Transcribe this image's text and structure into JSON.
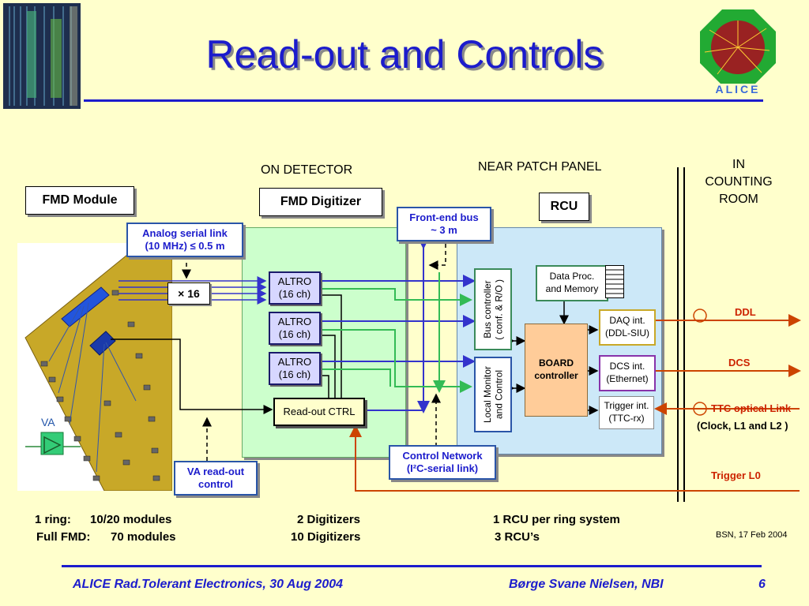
{
  "title": "Read-out and Controls",
  "headers": {
    "on_detector": "ON DETECTOR",
    "near_patch_panel": "NEAR PATCH PANEL",
    "counting_room": [
      "IN",
      "COUNTING",
      "ROOM"
    ]
  },
  "modules": {
    "fmd_module": "FMD Module",
    "fmd_digitizer": "FMD Digitizer",
    "rcu": "RCU"
  },
  "callouts": {
    "analog_link": [
      "Analog serial link",
      "(10 MHz)  ≤ 0.5 m"
    ],
    "frontend_bus": [
      "Front-end bus",
      "~ 3 m"
    ],
    "va_readout": [
      "VA read-out",
      "control"
    ],
    "control_network": [
      "Control Network",
      "(I²C-serial link)"
    ]
  },
  "x16": "× 16",
  "va_label": "VA",
  "altro": [
    {
      "name": "ALTRO",
      "ch": "(16 ch)"
    },
    {
      "name": "ALTRO",
      "ch": "(16 ch)"
    },
    {
      "name": "ALTRO",
      "ch": "(16 ch)"
    }
  ],
  "readout_ctrl": "Read-out CTRL",
  "rcu_blocks": {
    "bus_controller": [
      "Bus controller",
      "( conf. & R/O )"
    ],
    "local_monitor": [
      "Local Monitor",
      "and Control"
    ],
    "data_proc": [
      "Data Proc.",
      "and Memory"
    ],
    "board_controller": [
      "BOARD",
      "controller"
    ],
    "daq": [
      "DAQ int.",
      "(DDL-SIU)"
    ],
    "dcs": [
      "DCS int.",
      "(Ethernet)"
    ],
    "trigger": [
      "Trigger int.",
      "(TTC-rx)"
    ]
  },
  "links": {
    "ddl": "DDL",
    "dcs": "DCS",
    "ttc": "TTC optical Link",
    "ttc_sub": "(Clock,  L1 and L2 )",
    "trigger_l0": "Trigger L0"
  },
  "stats": {
    "ring_label": "1 ring:",
    "ring_modules": "10/20 modules",
    "full_label": "Full FMD:",
    "full_modules": "70 modules",
    "digitizers_ring": "2 Digitizers",
    "digitizers_full": "10 Digitizers",
    "rcu_ring": "1 RCU per ring system",
    "rcu_full": "3 RCU’s"
  },
  "date_note": "BSN, 17 Feb 2004",
  "footer": {
    "left": "ALICE Rad.Tolerant Electronics, 30 Aug 2004",
    "center": "Børge Svane Nielsen, NBI",
    "page": "6"
  },
  "colors": {
    "title_blue": "#1c1ccc",
    "background": "#ffffcc",
    "digitizer_green": "#ccffcc",
    "rcu_blue": "#cce8f8",
    "link_red": "#cc4400",
    "bus_blue": "#3333cc",
    "bus_green": "#33bb55"
  },
  "logo_text": "ALICE"
}
